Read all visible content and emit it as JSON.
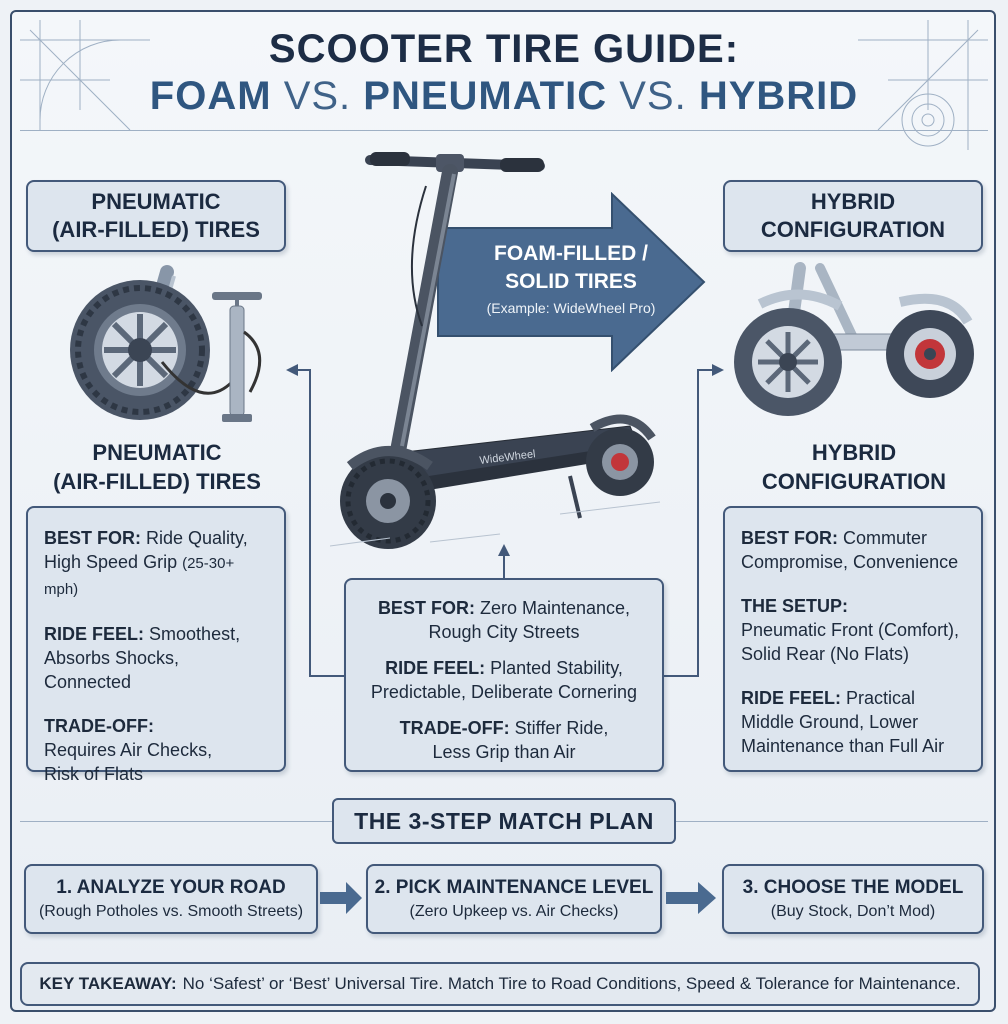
{
  "title": {
    "line1": "SCOOTER TIRE GUIDE:",
    "word_foam": "FOAM",
    "vs1": "VS.",
    "word_pneumatic": "PNEUMATIC",
    "vs2": "VS.",
    "word_hybrid": "HYBRID"
  },
  "pneumatic": {
    "label_line1": "PNEUMATIC",
    "label_line2": "(AIR-FILLED) TIRES",
    "caption_line1": "PNEUMATIC",
    "caption_line2": "(AIR-FILLED) TIRES",
    "best_for_key": "BEST FOR:",
    "best_for_val": "Ride Quality,",
    "best_for_val2": "High Speed Grip",
    "best_for_speed": "(25-30+ mph)",
    "ride_feel_key": "RIDE FEEL:",
    "ride_feel_val": "Smoothest,",
    "ride_feel_val2": "Absorbs Shocks, Connected",
    "trade_off_key": "TRADE-OFF:",
    "trade_off_val": "Requires Air Checks,",
    "trade_off_val2": "Risk of Flats"
  },
  "hybrid": {
    "label_line1": "HYBRID",
    "label_line2": "CONFIGURATION",
    "caption_line1": "HYBRID",
    "caption_line2": "CONFIGURATION",
    "best_for_key": "BEST FOR:",
    "best_for_val": "Commuter",
    "best_for_val2": "Compromise, Convenience",
    "setup_key": "THE SETUP:",
    "setup_val": "Pneumatic Front (Comfort),",
    "setup_val2": "Solid Rear (No Flats)",
    "ride_feel_key": "RIDE FEEL:",
    "ride_feel_val": "Practical",
    "ride_feel_val2": "Middle Ground, Lower",
    "ride_feel_val3": "Maintenance than Full Air"
  },
  "foam": {
    "arrow_line1": "FOAM-FILLED /",
    "arrow_line2": "SOLID TIRES",
    "arrow_example": "(Example: WideWheel Pro)",
    "deck_brand": "WideWheel",
    "best_for_key": "BEST FOR:",
    "best_for_val": "Zero Maintenance,",
    "best_for_val2": "Rough City Streets",
    "ride_feel_key": "RIDE FEEL:",
    "ride_feel_val": "Planted Stability,",
    "ride_feel_val2": "Predictable, Deliberate Cornering",
    "trade_off_key": "TRADE-OFF:",
    "trade_off_val": "Stiffer Ride,",
    "trade_off_val2": "Less Grip than Air"
  },
  "plan": {
    "title": "THE 3-STEP MATCH PLAN",
    "steps": [
      {
        "title": "1. ANALYZE YOUR ROAD",
        "sub": "(Rough Potholes vs. Smooth Streets)"
      },
      {
        "title": "2. PICK MAINTENANCE LEVEL",
        "sub": "(Zero Upkeep vs. Air Checks)"
      },
      {
        "title": "3. CHOOSE THE MODEL",
        "sub": "(Buy Stock, Don’t Mod)"
      }
    ]
  },
  "takeaway": {
    "key": "KEY TAKEAWAY:",
    "text": "No ‘Safest’ or ‘Best’ Universal Tire. Match Tire to Road Conditions, Speed & Tolerance for Maintenance."
  },
  "colors": {
    "accent": "#2f5680",
    "border": "#43597a",
    "box_fill": "#dde5ee",
    "arrow_fill": "#4a6a90"
  }
}
